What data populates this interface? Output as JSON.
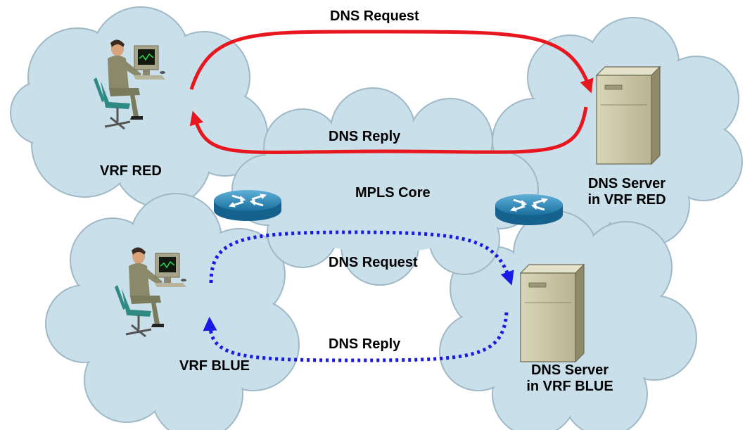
{
  "clouds": {
    "vrf_red": "VRF RED",
    "vrf_blue": "VRF BLUE",
    "mpls_core": "MPLS Core"
  },
  "servers": {
    "red": {
      "line1": "DNS Server",
      "line2": "in VRF RED"
    },
    "blue": {
      "line1": "DNS Server",
      "line2": "in VRF BLUE"
    }
  },
  "flows": {
    "red_request": "DNS Request",
    "red_reply": "DNS Reply",
    "blue_request": "DNS Request",
    "blue_reply": "DNS Reply"
  },
  "colors": {
    "cloud_fill": "#c9dfea",
    "cloud_stroke": "#9fb9c6",
    "red_flow": "#e8161e",
    "blue_flow": "#1a1ae6",
    "router": "#1f7fb3",
    "server": "#c9c4a2"
  },
  "icons": [
    "user-at-computer-icon",
    "dns-server-icon",
    "router-icon"
  ]
}
